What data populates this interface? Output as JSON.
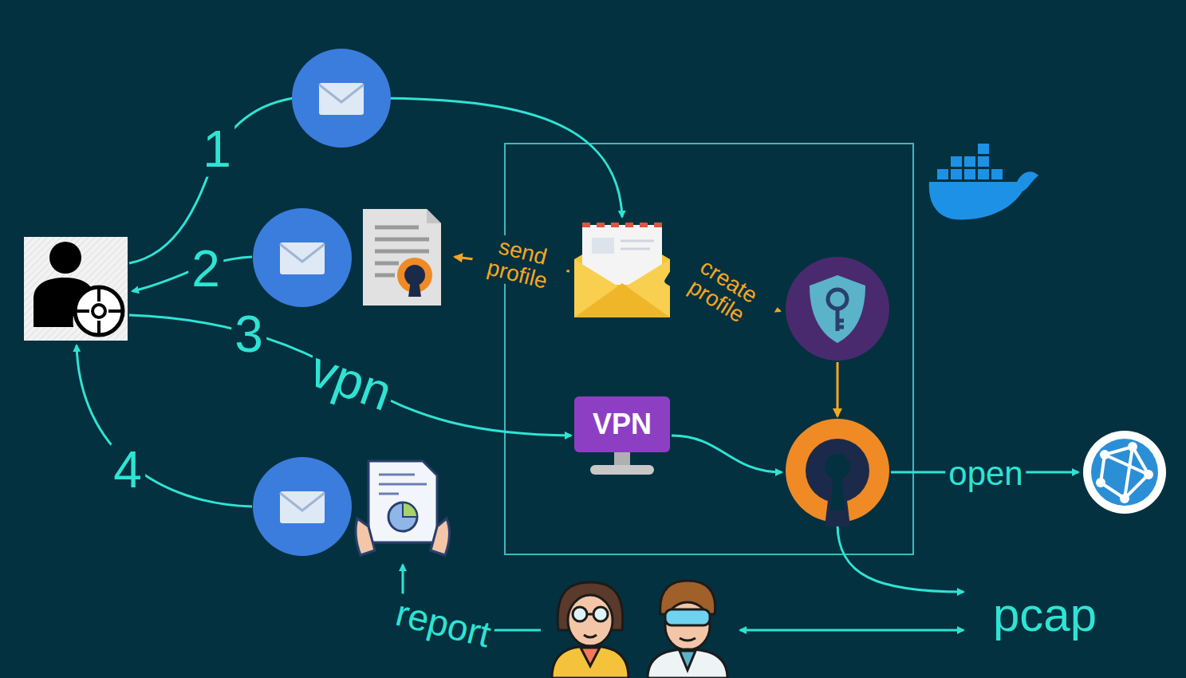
{
  "diagram": {
    "nodes": [
      {
        "text": [
          "VPN"
        ]
      }
    ],
    "labels": [
      "1",
      "2",
      "send profile",
      "create profile",
      "3",
      "vpn",
      "4",
      "open",
      "report",
      "pcap"
    ]
  }
}
